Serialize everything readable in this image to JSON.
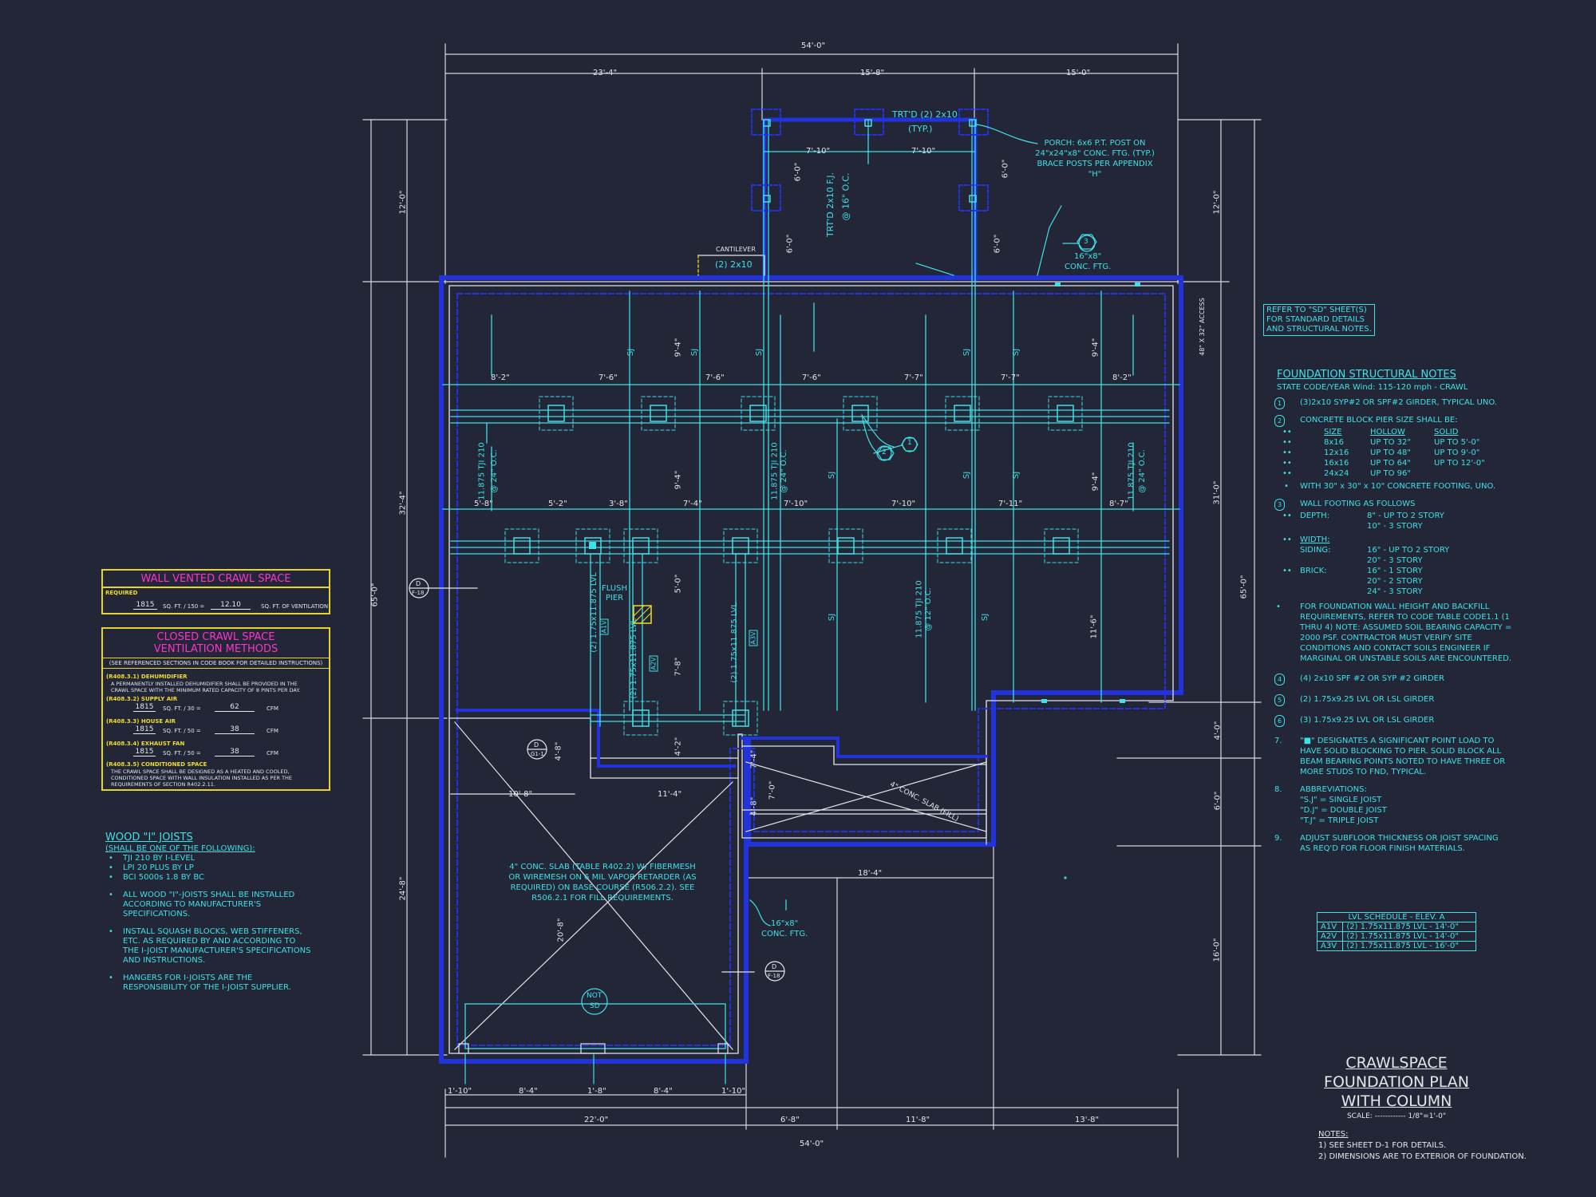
{
  "colors": {
    "background": "#222637",
    "cyan": "#3fe0e6",
    "blue": "#2233dd",
    "white": "#e6e6ea",
    "yellow": "#e6d42a",
    "magenta": "#ff33cc"
  },
  "dims": {
    "top_total": "54'-0\"",
    "top_a": "23'-4\"",
    "top_b": "15'-8\"",
    "top_c": "15'-0\"",
    "bottom_total": "54'-0\"",
    "bottom_a": "22'-0\"",
    "bottom_b": "6'-8\"",
    "bottom_c": "11'-8\"",
    "bottom_d": "13'-8\"",
    "bottom_small": [
      "1'-10\"",
      "8'-4\"",
      "1'-8\"",
      "8'-4\"",
      "1'-10\""
    ],
    "left_total": "65'-0\"",
    "left_a": "12'-0\"",
    "left_b": "32'-4\"",
    "left_c": "24'-8\"",
    "right_total": "65'-0\"",
    "right_a": "12'-0\"",
    "right_b": "31'-0\"",
    "right_c": "4'-0\"",
    "right_d": "6'-0\"",
    "right_e": "16'-0\"",
    "row1": [
      "8'-2\"",
      "7'-6\"",
      "7'-6\"",
      "7'-6\"",
      "7'-7\"",
      "7'-7\"",
      "8'-2\""
    ],
    "row2": [
      "5'-8\"",
      "5'-2\"",
      "3'-8\"",
      "7'-4\"",
      "7'-10\"",
      "7'-10\"",
      "7'-11\"",
      "8'-7\""
    ],
    "porch": [
      "7'-10\"",
      "7'-10\"",
      "6'-0\"",
      "6'-0\"",
      "6'-0\"",
      "6'-0\""
    ],
    "misc": [
      "10'-8\"",
      "11'-4\"",
      "18'-4\"",
      "9'-4\"",
      "9'-4\"",
      "9'-4\"",
      "9'-4\"",
      "11'-6\"",
      "5'-0\"",
      "7'-8\"",
      "4'-2\"",
      "7'-4\"",
      "4'-8\"",
      "7'-0\"",
      "4'-8\"",
      "20'-8\""
    ]
  },
  "labels": {
    "trtd_top": "TRT'D (2) 2x10",
    "typ": "(TYP.)",
    "porch_note": [
      "PORCH: 6x6 P.T. POST ON",
      "24\"x24\"x8\" CONC. FTG. (TYP.)",
      "BRACE POSTS PER APPENDIX",
      "\"H\""
    ],
    "trtd_fj": "TRT'D 2x10 F.J.",
    "trtd_fj2": "@ 16\" O.C.",
    "cantilever": "CANTILEVER",
    "cantilever_beam": "(2) 2x10",
    "ftg_16": "16\"x8\"",
    "ftg_conc": "CONC. FTG.",
    "tag3": "3",
    "access": "48\" X 32\" ACCESS",
    "sj": "SJ",
    "tji_210": "11.875 TJI 210",
    "oc24": "@ 24\" O.C.",
    "oc12": "@ 12\" O.C.",
    "flush_pier": "FLUSH PIER",
    "lvl_2": "(2) 1.75x11.875 LVL",
    "a1v": "A1V",
    "a2v": "A2V",
    "a3v": "A3V",
    "tag1": "1",
    "tag2": "2",
    "slab_note": [
      "4\" CONC. SLAB (TABLE R402.2) W/ FIBERMESH",
      "OR WIREMESH ON 6 MIL VAPOR RETARDER (AS",
      "REQUIRED) ON BASE COURSE (R506.2.2). SEE",
      "R506.2.1 FOR FILL REQUIREMENTS."
    ],
    "conc_slab_fill": "4\" CONC. SLAB (FILL)",
    "ftg_16b": "16\"x8\"",
    "ftg_concb": "CONC. FTG.",
    "bubble_d": "D",
    "bubble_f": "F-18",
    "bubble_g": "G1-1",
    "notsd_1": "NOT",
    "notsd_2": "SD"
  },
  "crawl_box": {
    "title": "WALL VENTED CRAWL SPACE",
    "required": "REQUIRED",
    "sqft": "1815",
    "sqft_lbl": "SQ. FT. / 150 =",
    "vent": "12.10",
    "vent_lbl": "SQ. FT. OF VENTILATION"
  },
  "closed_box": {
    "title1": "CLOSED CRAWL SPACE",
    "title2": "VENTILATION METHODS",
    "sub": "(SEE REFERENCED SECTIONS IN CODE BOOK FOR DETAILED INSTRUCTIONS)",
    "h1": "(R408.3.1) DEHUMIDIFIER",
    "h1_text1": "A PERMANENTLY INSTALLED DEHUMIDIFIER SHALL BE PROVIDED IN THE",
    "h1_text2": "CRAWL SPACE WITH THE MINIMUM RATED CAPACITY OF 8 PINTS PER DAY.",
    "h2": "(R408.3.2) SUPPLY AIR",
    "h2_sq": "1815",
    "h2_lbl": "SQ. FT. / 30 =",
    "h2_val": "62",
    "cfm": "CFM",
    "h3": "(R408.3.3) HOUSE AIR",
    "h3_sq": "1815",
    "h3_lbl": "SQ. FT. / 50 =",
    "h3_val": "38",
    "h4": "(R408.3.4) EXHAUST FAN",
    "h4_sq": "1815",
    "h4_lbl": "SQ. FT. / 50 =",
    "h4_val": "38",
    "h5": "(R408.3.5) CONDITIONED SPACE",
    "h5_text1": "THE CRAWL SPACE SHALL BE DESIGNED AS A HEATED AND COOLED,",
    "h5_text2": "CONDITIONED SPACE WITH WALL INSULATION INSTALLED AS PER THE",
    "h5_text3": "REQUIREMENTS OF SECTION R402.2.11."
  },
  "joists": {
    "title": "WOOD \"I\" JOISTS",
    "subtitle": "(SHALL BE ONE OF THE FOLLOWING):",
    "items": [
      "TJI 210 BY I-LEVEL",
      "LPI 20 PLUS BY LP",
      "BCI 5000s 1.8 BY BC"
    ],
    "p1": [
      "ALL WOOD \"I\"-JOISTS SHALL BE INSTALLED",
      "ACCORDING TO MANUFACTURER'S",
      "SPECIFICATIONS."
    ],
    "p2": [
      "INSTALL SQUASH BLOCKS, WEB STIFFENERS,",
      "ETC. AS REQUIRED BY AND ACCORDING TO",
      "THE I-JOIST MANUFACTURER'S SPECIFICATIONS",
      "AND INSTRUCTIONS."
    ],
    "p3": [
      "HANGERS FOR I-JOISTS ARE THE",
      "RESPONSIBILITY OF THE I-JOIST SUPPLIER."
    ]
  },
  "refer": [
    "REFER TO \"SD\" SHEET(S)",
    "FOR STANDARD DETAILS",
    "AND STRUCTURAL NOTES."
  ],
  "notes": {
    "title": "FOUNDATION STRUCTURAL NOTES",
    "state": "STATE CODE/YEAR Wind: 115-120 mph - CRAWL",
    "n1": "(3)2x10 SYP#2 OR SPF#2 GIRDER, TYPICAL UNO.",
    "n2": "CONCRETE BLOCK PIER SIZE SHALL BE:",
    "pier_head": [
      "SIZE",
      "HOLLOW",
      "SOLID"
    ],
    "pier_rows": [
      [
        "8x16",
        "UP TO 32\"",
        "UP TO 5'-0\""
      ],
      [
        "12x16",
        "UP TO 48\"",
        "UP TO 9'-0\""
      ],
      [
        "16x16",
        "UP TO 64\"",
        "UP TO 12'-0\""
      ],
      [
        "24x24",
        "UP TO 96\"",
        ""
      ]
    ],
    "n2b": "WITH 30\" x 30\" x 10\" CONCRETE FOOTING, UNO.",
    "n3": "WALL FOOTING AS FOLLOWS",
    "depth_lbl": "DEPTH:",
    "depth1": "8\" - UP TO 2 STORY",
    "depth2": "10\" - 3 STORY",
    "width_lbl": "WIDTH:",
    "siding_lbl": "SIDING:",
    "siding1": "16\" - UP TO 2 STORY",
    "siding2": "20\" - 3 STORY",
    "brick_lbl": "BRICK:",
    "brick1": "16\" - 1 STORY",
    "brick2": "20\" - 2 STORY",
    "brick3": "24\" - 3 STORY",
    "bullet": [
      "FOR FOUNDATION WALL HEIGHT AND BACKFILL",
      "REQUIREMENTS, REFER TO CODE TABLE CODE1.1 (1",
      "THRU 4) NOTE: ASSUMED SOIL BEARING CAPACITY =",
      "2000 PSF. CONTRACTOR MUST VERIFY SITE",
      "CONDITIONS AND CONTACT SOILS ENGINEER IF",
      "MARGINAL OR UNSTABLE SOILS ARE ENCOUNTERED."
    ],
    "n4": "(4) 2x10 SPF #2 OR SYP #2 GIRDER",
    "n5": "(2) 1.75x9.25 LVL OR LSL GIRDER",
    "n6": "(3) 1.75x9.25 LVL OR LSL GIRDER",
    "n7": [
      "\"■\" DESIGNATES A SIGNIFICANT POINT LOAD TO",
      "HAVE SOLID BLOCKING TO PIER. SOLID BLOCK ALL",
      "BEAM BEARING POINTS NOTED TO HAVE THREE OR",
      "MORE STUDS TO FND, TYPICAL."
    ],
    "n8": "ABBREVIATIONS:",
    "abbr": [
      "\"S.J\" = SINGLE JOIST",
      "\"D.J\" = DOUBLE JOIST",
      "\"T.J\" = TRIPLE JOIST"
    ],
    "n9": [
      "ADJUST SUBFLOOR THICKNESS OR JOIST SPACING",
      "AS REQ'D FOR FLOOR FINISH MATERIALS."
    ]
  },
  "lvl_schedule": {
    "title": "LVL SCHEDULE - ELEV. A",
    "rows": [
      [
        "A1V",
        "(2) 1.75x11.875 LVL - 14'-0\""
      ],
      [
        "A2V",
        "(2) 1.75x11.875 LVL - 14'-0\""
      ],
      [
        "A3V",
        "(2) 1.75x11.875 LVL - 16'-0\""
      ]
    ]
  },
  "title_block": {
    "line1": "CRAWLSPACE",
    "line2": "FOUNDATION PLAN",
    "line3": "WITH COLUMN",
    "scale_lbl": "SCALE:",
    "scale_val": "1/8\"=1'-0\"",
    "notes_title": "NOTES:",
    "note1": "1) SEE SHEET D-1 FOR DETAILS.",
    "note2": "2) DIMENSIONS ARE TO EXTERIOR OF FOUNDATION."
  }
}
